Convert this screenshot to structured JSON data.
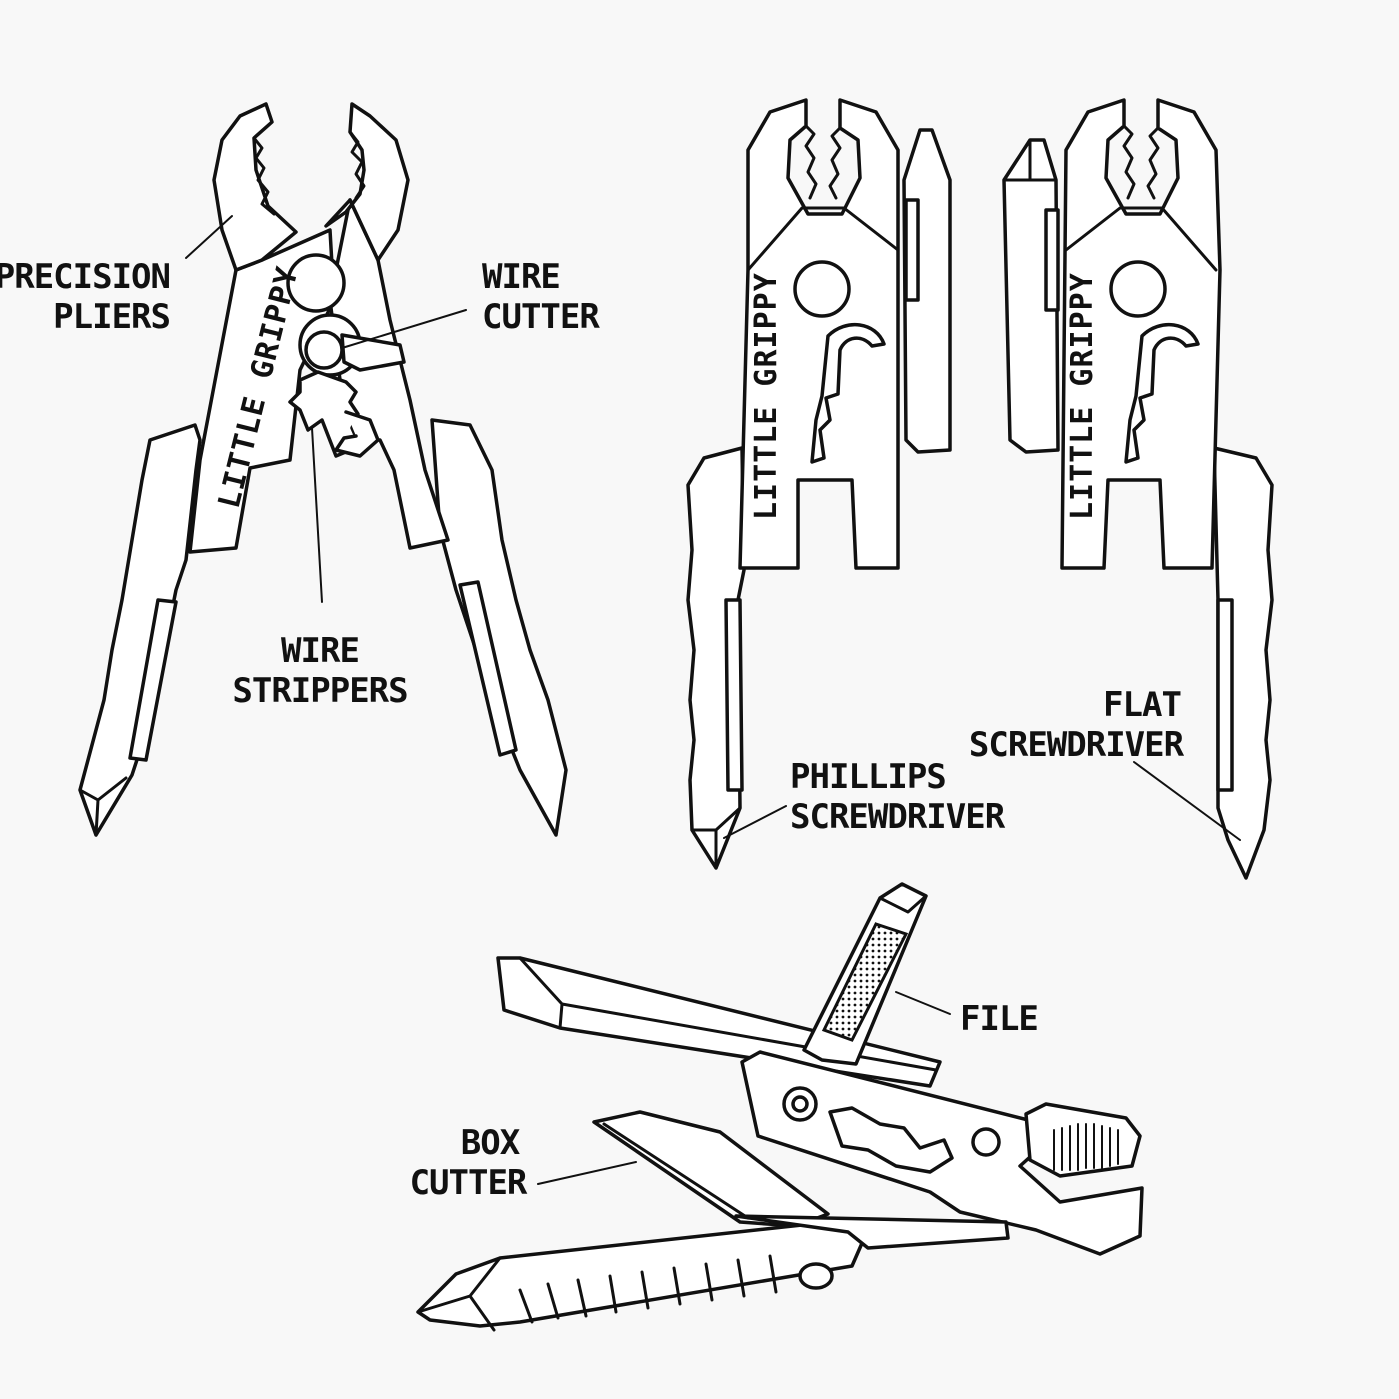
{
  "brand_text": "LITTLE GRIPPY",
  "labels": {
    "precision_pliers": [
      "PRECISION",
      "PLIERS"
    ],
    "wire_cutter": [
      "WIRE",
      "CUTTER"
    ],
    "wire_strippers": [
      "WIRE",
      "STRIPPERS"
    ],
    "phillips_screwdriver": [
      "PHILLIPS",
      "SCREWDRIVER"
    ],
    "flat_screwdriver": [
      "FLAT",
      "SCREWDRIVER"
    ],
    "file": [
      "FILE"
    ],
    "box_cutter": [
      "BOX",
      "CUTTER"
    ]
  },
  "colors": {
    "ink": "#111111",
    "background": "#f8f8f8",
    "fill": "#ffffff"
  }
}
